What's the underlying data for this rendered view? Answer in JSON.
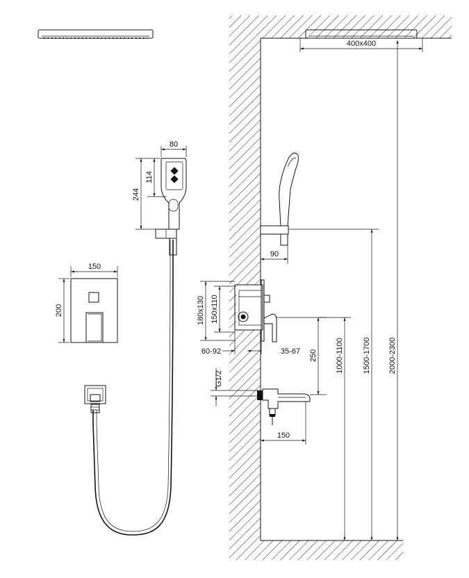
{
  "dimensions": {
    "head_plate_size": "400x400",
    "hand_width": "80",
    "hand_head_height": "114",
    "hand_total_height": "244",
    "panel_width": "150",
    "panel_height": "200",
    "holder_depth": "90",
    "box_outer": "180x130",
    "box_inner": "150x110",
    "box_depth": "60-92",
    "cover_offset": "35-67",
    "spout_below_box": "250",
    "thread": "G1/2",
    "spout_length": "150",
    "mixer_height": "1000-1100",
    "holder_height": "1500-1700",
    "head_height": "2000-2300"
  }
}
